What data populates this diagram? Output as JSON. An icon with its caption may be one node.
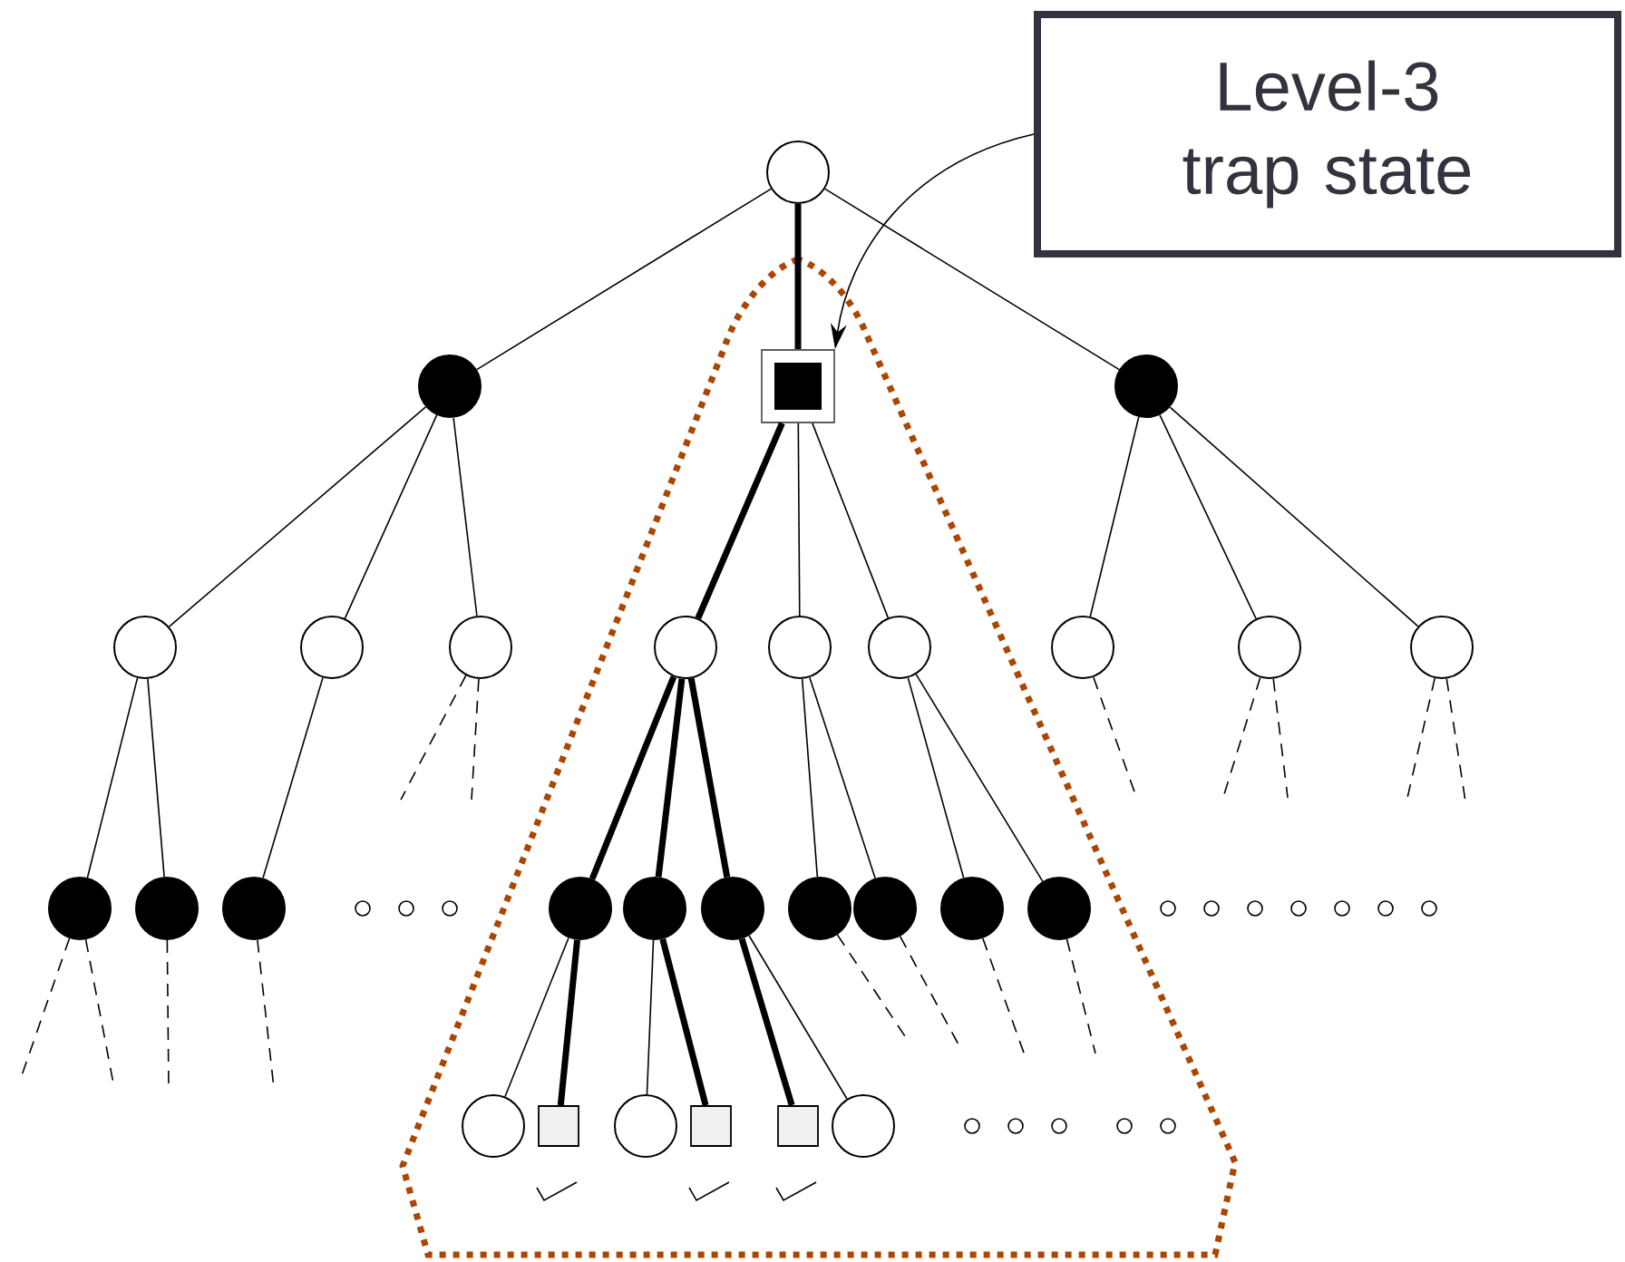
{
  "diagram": {
    "nodes": [
      {
        "text": [
          "Level-3 trap state"
        ]
      },
      {
        "text": [],
        "shape": "circle"
      },
      {
        "text": [],
        "shape": "disc"
      },
      {
        "text": [],
        "shape": "block"
      },
      {
        "text": [],
        "shape": "disc"
      },
      {
        "text": [],
        "shape": "circle"
      },
      {
        "text": [],
        "shape": "circle"
      },
      {
        "text": [],
        "shape": "circle"
      },
      {
        "text": [],
        "shape": "circle"
      },
      {
        "text": [],
        "shape": "circle"
      },
      {
        "text": [],
        "shape": "circle"
      },
      {
        "text": [],
        "shape": "circle"
      },
      {
        "text": [],
        "shape": "circle"
      },
      {
        "text": [],
        "shape": "circle"
      },
      {
        "text": [],
        "shape": "disc"
      },
      {
        "text": [],
        "shape": "disc"
      },
      {
        "text": [],
        "shape": "disc"
      },
      {
        "text": [],
        "shape": "disc"
      },
      {
        "text": [],
        "shape": "disc"
      },
      {
        "text": [],
        "shape": "disc"
      },
      {
        "text": [],
        "shape": "disc"
      },
      {
        "text": [],
        "shape": "disc"
      },
      {
        "text": [],
        "shape": "disc"
      },
      {
        "text": [],
        "shape": "disc"
      },
      {
        "text": [],
        "shape": "circle"
      },
      {
        "text": [],
        "shape": "box"
      },
      {
        "text": [],
        "shape": "circle"
      },
      {
        "text": [],
        "shape": "box"
      },
      {
        "text": [],
        "shape": "box"
      },
      {
        "text": [],
        "shape": "circle"
      }
    ],
    "edges": [
      {
        "from": 0,
        "to": 3,
        "arrow": "to"
      },
      {
        "from": 1,
        "to": 2,
        "arrow": "none"
      },
      {
        "from": 1,
        "to": 3,
        "arrow": "none",
        "style": "thick"
      },
      {
        "from": 1,
        "to": 4,
        "arrow": "none"
      },
      {
        "from": 2,
        "to": 5,
        "arrow": "none"
      },
      {
        "from": 2,
        "to": 6,
        "arrow": "none"
      },
      {
        "from": 2,
        "to": 7,
        "arrow": "none"
      },
      {
        "from": 3,
        "to": 8,
        "arrow": "none",
        "style": "thick"
      },
      {
        "from": 3,
        "to": 9,
        "arrow": "none"
      },
      {
        "from": 3,
        "to": 10,
        "arrow": "none"
      },
      {
        "from": 4,
        "to": 11,
        "arrow": "none"
      },
      {
        "from": 4,
        "to": 12,
        "arrow": "none"
      },
      {
        "from": 4,
        "to": 13,
        "arrow": "none"
      },
      {
        "from": 5,
        "to": 14,
        "arrow": "none"
      },
      {
        "from": 5,
        "to": 15,
        "arrow": "none"
      },
      {
        "from": 6,
        "to": 16,
        "arrow": "none"
      },
      {
        "from": 8,
        "to": 17,
        "arrow": "none",
        "style": "thick"
      },
      {
        "from": 8,
        "to": 18,
        "arrow": "none",
        "style": "thick"
      },
      {
        "from": 8,
        "to": 19,
        "arrow": "none",
        "style": "thick"
      },
      {
        "from": 9,
        "to": 20,
        "arrow": "none"
      },
      {
        "from": 9,
        "to": 21,
        "arrow": "none"
      },
      {
        "from": 10,
        "to": 22,
        "arrow": "none"
      },
      {
        "from": 10,
        "to": 23,
        "arrow": "none"
      },
      {
        "from": 17,
        "to": 24,
        "arrow": "none"
      },
      {
        "from": 17,
        "to": 25,
        "arrow": "none",
        "style": "thick"
      },
      {
        "from": 18,
        "to": 26,
        "arrow": "none"
      },
      {
        "from": 18,
        "to": 27,
        "arrow": "none",
        "style": "thick"
      },
      {
        "from": 19,
        "to": 28,
        "arrow": "none",
        "style": "thick"
      },
      {
        "from": 19,
        "to": 29,
        "arrow": "none"
      },
      {
        "from": 7,
        "to": null,
        "arrow": "none",
        "style": "dashed"
      },
      {
        "from": 7,
        "to": null,
        "arrow": "none",
        "style": "dashed"
      },
      {
        "from": 11,
        "to": null,
        "arrow": "none",
        "style": "dashed"
      },
      {
        "from": 12,
        "to": null,
        "arrow": "none",
        "style": "dashed"
      },
      {
        "from": 12,
        "to": null,
        "arrow": "none",
        "style": "dashed"
      },
      {
        "from": 13,
        "to": null,
        "arrow": "none",
        "style": "dashed"
      },
      {
        "from": 13,
        "to": null,
        "arrow": "none",
        "style": "dashed"
      },
      {
        "from": 14,
        "to": null,
        "arrow": "none",
        "style": "dashed"
      },
      {
        "from": 14,
        "to": null,
        "arrow": "none",
        "style": "dashed"
      },
      {
        "from": 15,
        "to": null,
        "arrow": "none",
        "style": "dashed"
      },
      {
        "from": 16,
        "to": null,
        "arrow": "none",
        "style": "dashed"
      },
      {
        "from": 20,
        "to": null,
        "arrow": "none",
        "style": "dashed"
      },
      {
        "from": 21,
        "to": null,
        "arrow": "none",
        "style": "dashed"
      },
      {
        "from": 22,
        "to": null,
        "arrow": "none",
        "style": "dashed"
      },
      {
        "from": 23,
        "to": null,
        "arrow": "none",
        "style": "dashed"
      }
    ]
  }
}
